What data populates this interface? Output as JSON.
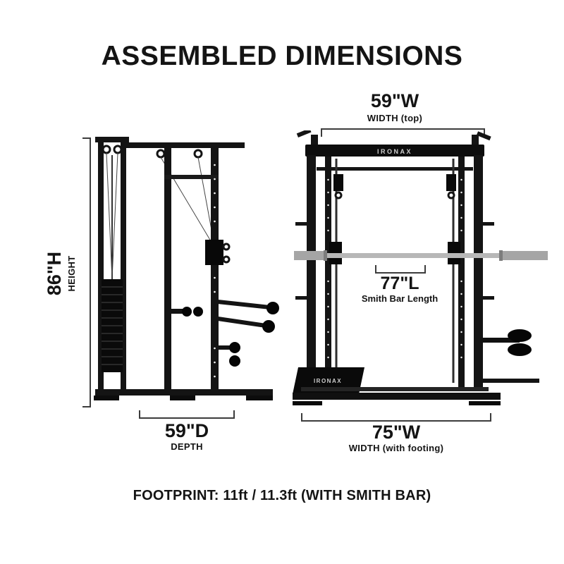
{
  "title": "ASSEMBLED DIMENSIONS",
  "brand": "IRONAX",
  "dimensions": {
    "height": {
      "value": "86\"H",
      "label": "HEIGHT"
    },
    "depth": {
      "value": "59\"D",
      "label": "DEPTH"
    },
    "width_top": {
      "value": "59\"W",
      "label": "WIDTH (top)"
    },
    "smith_bar_length": {
      "value": "77\"L",
      "label": "Smith Bar Length"
    },
    "width_footing": {
      "value": "75\"W",
      "label": "WIDTH (with footing)"
    }
  },
  "footer": "FOOTPRINT: 11ft / 11.3ft (WITH SMITH BAR)",
  "colors": {
    "frame": "#141414",
    "dimension_line": "#3c3c3c",
    "text": "#141414",
    "smith_bar": "#b7b7b7",
    "background": "#ffffff"
  }
}
